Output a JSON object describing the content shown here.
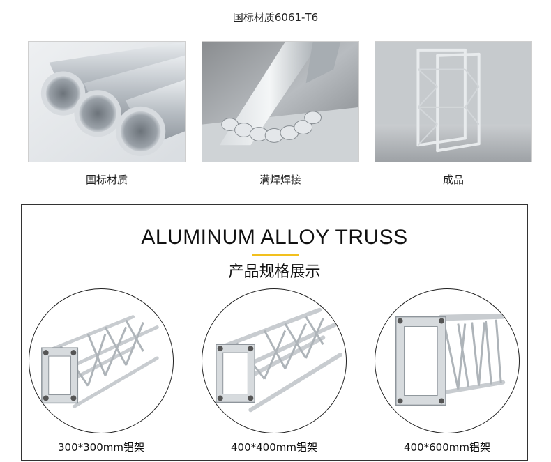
{
  "header": {
    "title": "国标材质6061-T6"
  },
  "photos": [
    {
      "caption": "国标材质",
      "icon": "aluminum-tubes"
    },
    {
      "caption": "满焊焊接",
      "icon": "weld-seam"
    },
    {
      "caption": "成品",
      "icon": "finished-truss"
    }
  ],
  "spec": {
    "heading": "ALUMINUM ALLOY TRUSS",
    "subheading": "产品规格展示",
    "accent_color": "#f2c01e",
    "items": [
      {
        "label": "300*300mm铝架"
      },
      {
        "label": "400*400mm铝架"
      },
      {
        "label": "400*600mm铝架"
      }
    ]
  }
}
